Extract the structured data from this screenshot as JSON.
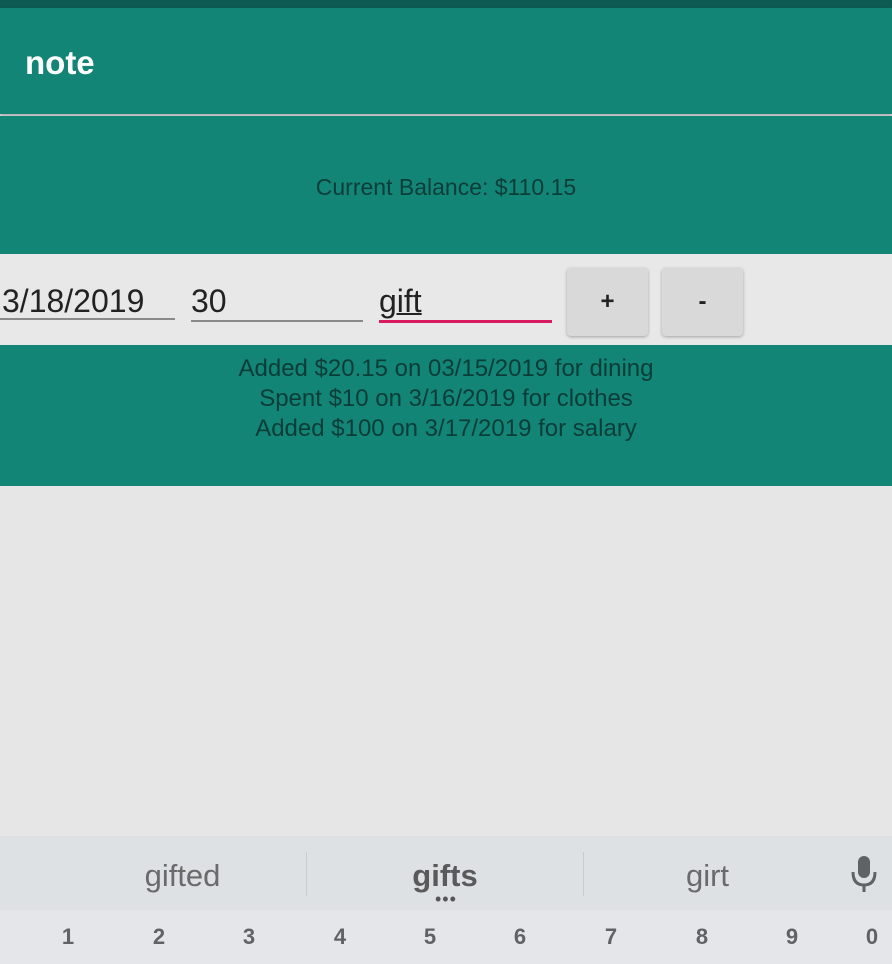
{
  "app": {
    "title": "note"
  },
  "balance": {
    "text": "Current Balance: $110.15"
  },
  "entry": {
    "date_value": "3/18/2019",
    "amount_value": "30",
    "note_value": "gift",
    "add_label": "+",
    "subtract_label": "-"
  },
  "history": [
    "Added $20.15 on 03/15/2019 for dining",
    "Spent $10 on 3/16/2019 for clothes",
    "Added $100 on 3/17/2019 for salary"
  ],
  "keyboard": {
    "suggestions": [
      "gifted",
      "gifts",
      "girt"
    ],
    "number_keys": [
      "1",
      "2",
      "3",
      "4",
      "5",
      "6",
      "7",
      "8",
      "9",
      "0"
    ]
  },
  "colors": {
    "primary": "#138577",
    "primary_dark": "#0c5a52",
    "accent": "#d81b60",
    "background": "#e6e6e6"
  }
}
